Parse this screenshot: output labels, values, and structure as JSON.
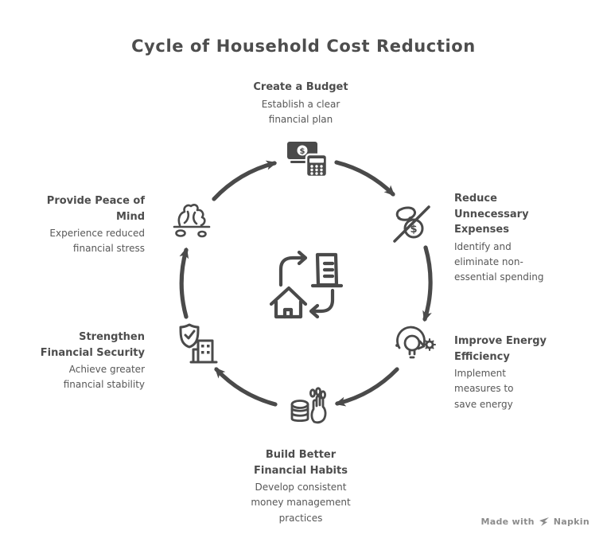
{
  "title": "Cycle of Household Cost Reduction",
  "nodes": [
    {
      "title": "Create a Budget",
      "desc": "Establish a clear financial plan",
      "icon": "money-calculator-icon"
    },
    {
      "title": "Reduce Unnecessary Expenses",
      "desc": "Identify and eliminate non-essential spending",
      "icon": "no-spending-icon"
    },
    {
      "title": "Improve Energy Efficiency",
      "desc": "Implement measures to save energy",
      "icon": "energy-efficiency-bulb-icon"
    },
    {
      "title": "Build Better Financial Habits",
      "desc": "Develop consistent money management practices",
      "icon": "savings-hand-icon"
    },
    {
      "title": "Strengthen Financial Security",
      "desc": "Achieve greater financial stability",
      "icon": "shield-check-icon"
    },
    {
      "title": "Provide Peace of Mind",
      "desc": "Experience reduced financial stress",
      "icon": "relaxing-chair-icon"
    }
  ],
  "center_icon": "household-cycle-icon",
  "cycle_direction": "clockwise",
  "footer": {
    "made_with": "Made with",
    "brand": "Napkin"
  },
  "colors": {
    "ink": "#4a4a4a",
    "title_text": "#4d4d4d",
    "desc_text": "#575757",
    "footer_text": "#8c8c8c",
    "background": "#ffffff"
  }
}
